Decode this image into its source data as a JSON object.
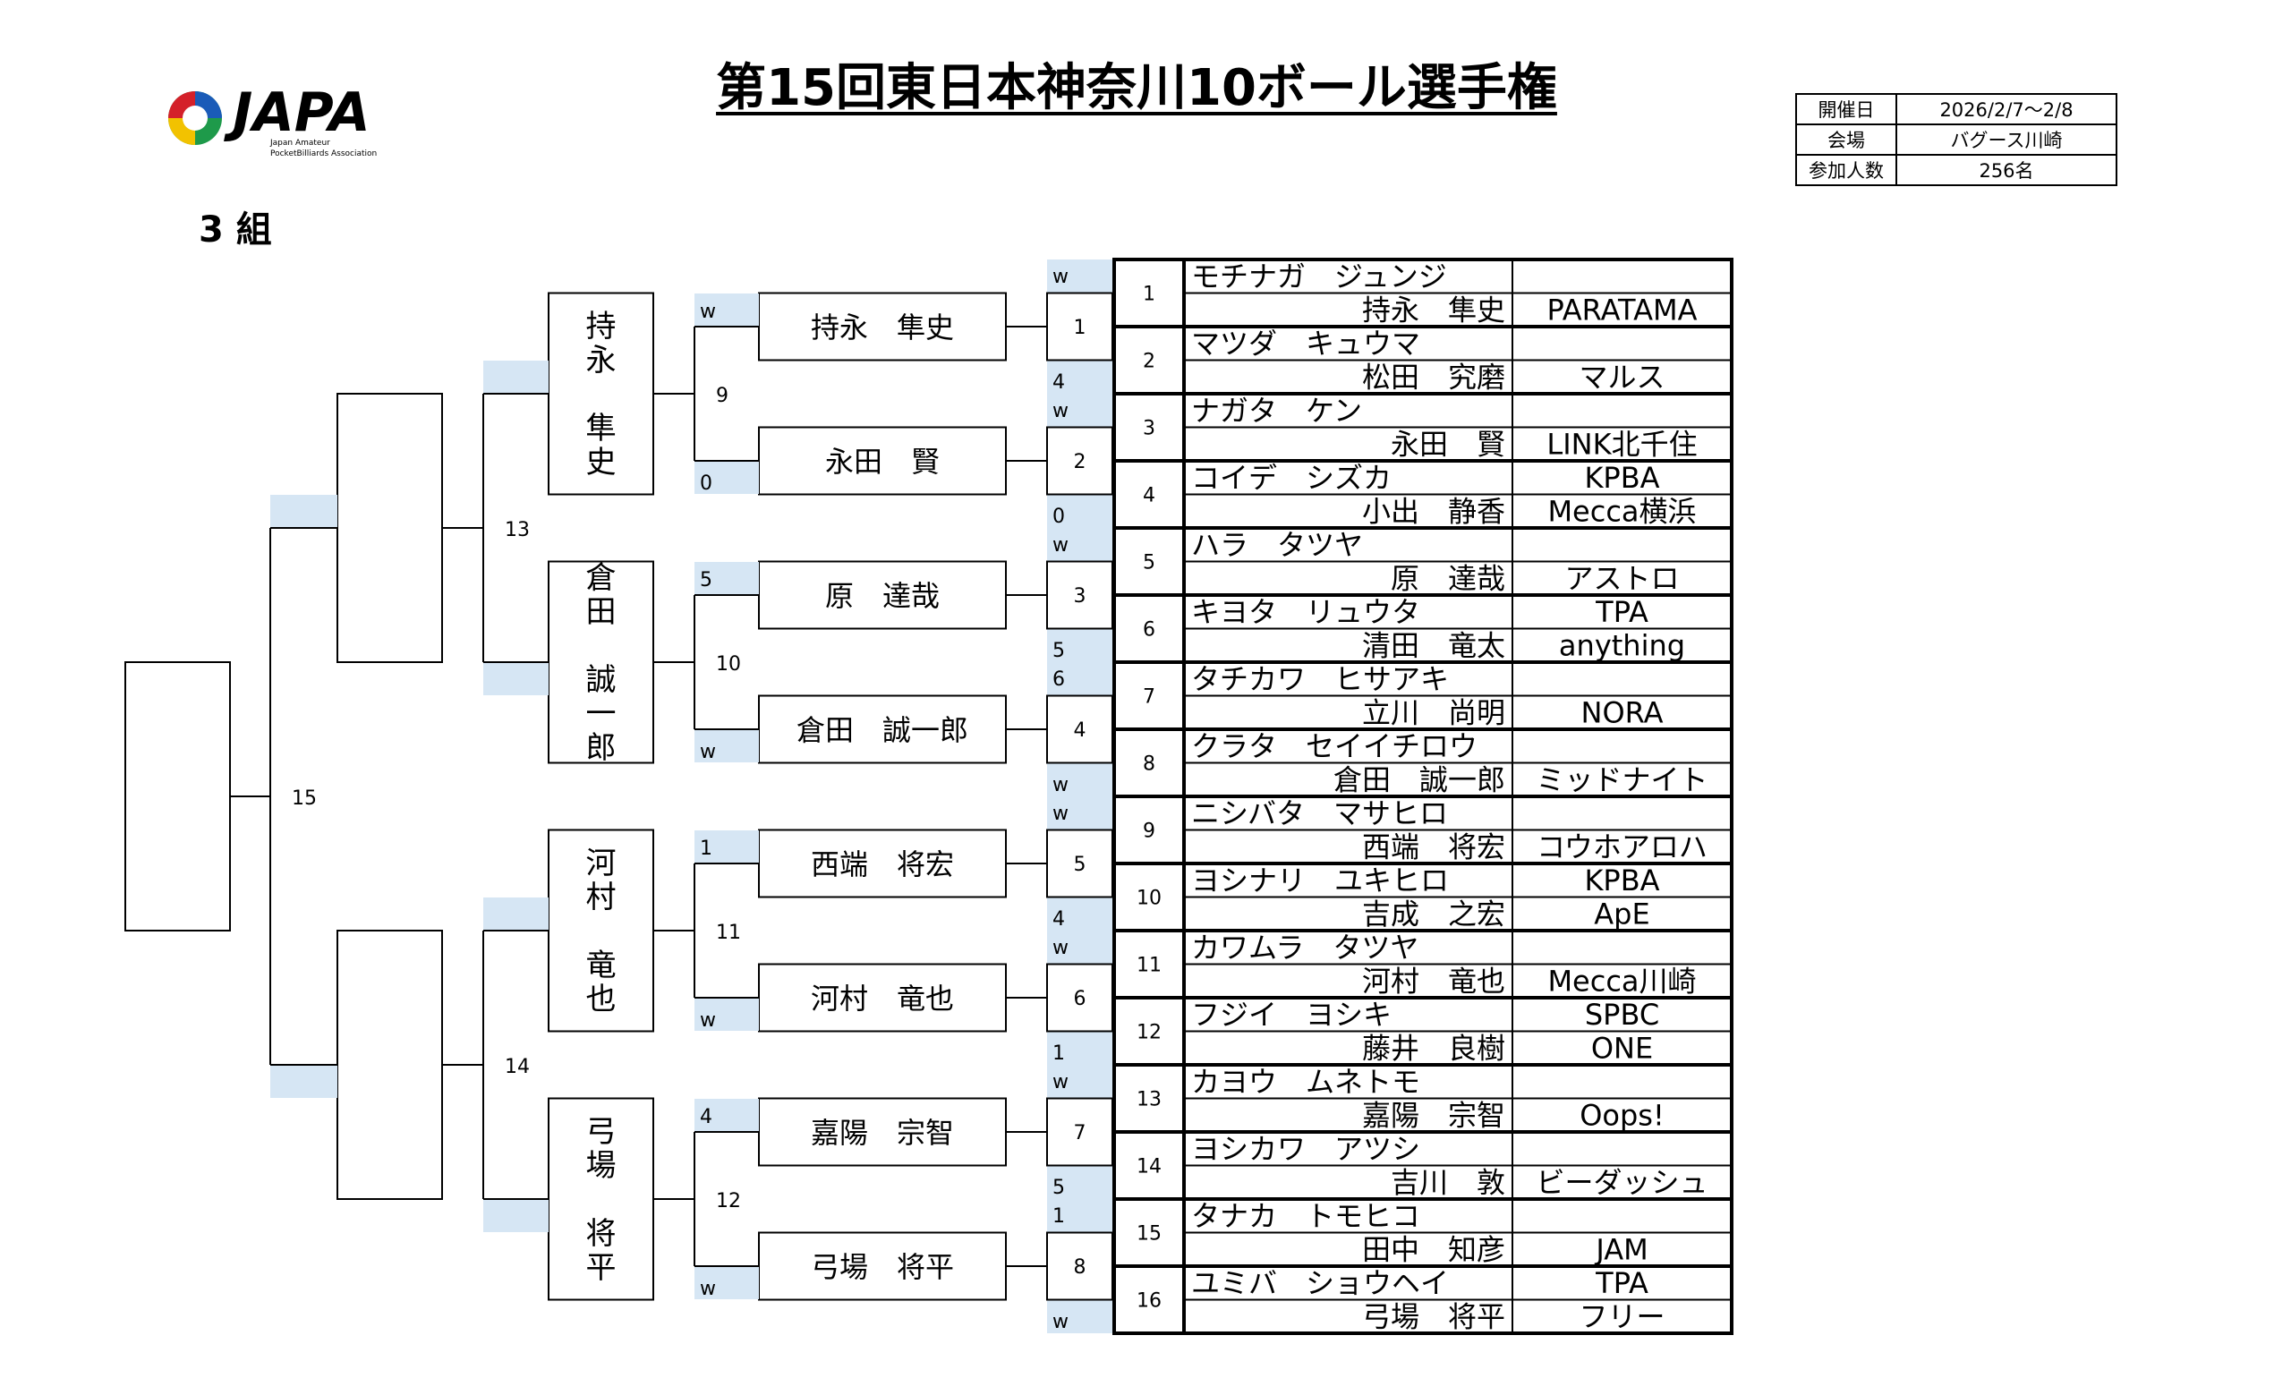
{
  "title": "第15回東日本神奈川10ボール選手権",
  "group": "3 組",
  "logo": {
    "text": "JAPA",
    "sub1": "Japan Amateur",
    "sub2": "PocketBilliards Association"
  },
  "info": [
    {
      "key": "開催日",
      "value": "2026/2/7〜2/8"
    },
    {
      "key": "会場",
      "value": "バグース川崎"
    },
    {
      "key": "参加人数",
      "value": "256名"
    }
  ],
  "colors": {
    "highlight": "#d6e6f4",
    "line": "#000000"
  },
  "seeds": [
    {
      "no": "1",
      "kana": "モチナガ　ジュンジ",
      "name": "持永　隼史",
      "club": "PARATAMA"
    },
    {
      "no": "2",
      "kana": "マツダ　キュウマ",
      "name": "松田　究磨",
      "club": "マルス"
    },
    {
      "no": "3",
      "kana": "ナガタ　ケン",
      "name": "永田　賢",
      "club": "LINK北千住"
    },
    {
      "no": "4",
      "kana": "コイデ　シズカ",
      "name": "小出　静香",
      "club_top": "KPBA",
      "club": "Mecca横浜"
    },
    {
      "no": "5",
      "kana": "ハラ　タツヤ",
      "name": "原　達哉",
      "club": "アストロ"
    },
    {
      "no": "6",
      "kana": "キヨタ　リュウタ",
      "name": "清田　竜太",
      "club_top": "TPA",
      "club": "anything"
    },
    {
      "no": "7",
      "kana": "タチカワ　ヒサアキ",
      "name": "立川　尚明",
      "club": "NORA"
    },
    {
      "no": "8",
      "kana": "クラタ　セイイチロウ",
      "name": "倉田　誠一郎",
      "club": "ミッドナイト"
    },
    {
      "no": "9",
      "kana": "ニシバタ　マサヒロ",
      "name": "西端　将宏",
      "club": "コウホアロハ"
    },
    {
      "no": "10",
      "kana": "ヨシナリ　ユキヒロ",
      "name": "吉成　之宏",
      "club_top": "KPBA",
      "club": "ApE"
    },
    {
      "no": "11",
      "kana": "カワムラ　タツヤ",
      "name": "河村　竜也",
      "club": "Mecca川崎"
    },
    {
      "no": "12",
      "kana": "フジイ　ヨシキ",
      "name": "藤井　良樹",
      "club_top": "SPBC",
      "club": "ONE"
    },
    {
      "no": "13",
      "kana": "カヨウ　ムネトモ",
      "name": "嘉陽　宗智",
      "club": "Oops!"
    },
    {
      "no": "14",
      "kana": "ヨシカワ　アツシ",
      "name": "吉川　敦",
      "club": "ビーダッシュ"
    },
    {
      "no": "15",
      "kana": "タナカ　トモヒコ",
      "name": "田中　知彦",
      "club": "JAM"
    },
    {
      "no": "16",
      "kana": "ユミバ　ショウヘイ",
      "name": "弓場　将平",
      "club_top": "TPA",
      "club": "フリー"
    }
  ],
  "round1": {
    "matches": [
      "1",
      "2",
      "3",
      "4",
      "5",
      "6",
      "7",
      "8"
    ],
    "scores": [
      "w",
      "4",
      "w",
      "0",
      "w",
      "5",
      "6",
      "w",
      "w",
      "4",
      "w",
      "1",
      "w",
      "5",
      "1",
      "w"
    ]
  },
  "round2": {
    "winners": [
      "持永　隼史",
      "永田　賢",
      "原　達哉",
      "倉田　誠一郎",
      "西端　将宏",
      "河村　竜也",
      "嘉陽　宗智",
      "弓場　将平"
    ],
    "scores": [
      "w",
      "0",
      "5",
      "w",
      "1",
      "w",
      "4",
      "w"
    ],
    "matches": [
      "9",
      "10",
      "11",
      "12"
    ]
  },
  "round3": {
    "winners": [
      "持永\n隼史",
      "倉田\n誠一郎",
      "河村\n竜也",
      "弓場\n将平"
    ],
    "matches": [
      "13",
      "14"
    ]
  },
  "final_match": "15"
}
